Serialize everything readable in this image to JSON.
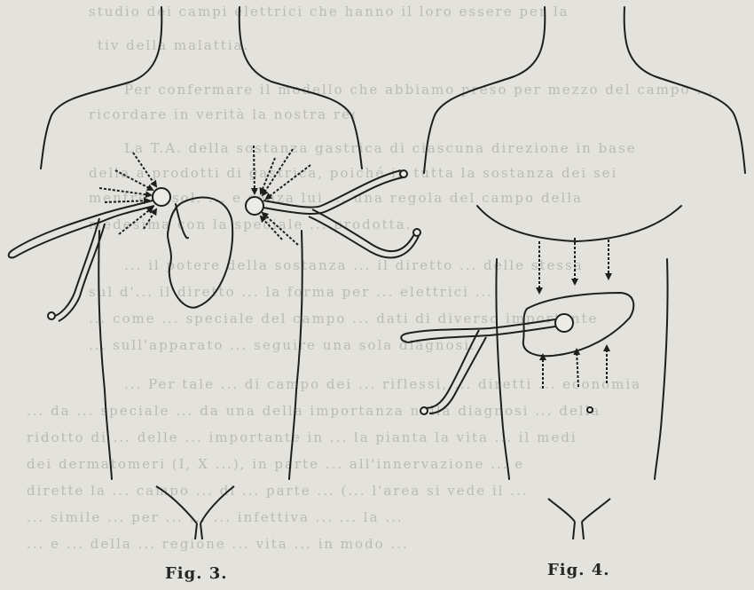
{
  "background_text_lines": [
    "studio dei campi elettrici che hanno il loro essere per la",
    "tiv della malattia.",
    "Per confermare il modello che abbiamo preso per mezzo del campo ...",
    "ricordare in verità la nostra regola.",
    "La T.A. della sostanza gastrica di ciascuna direzione in base",
    "della a prodotti di gastrica, poiché in tutta la sostanza dei sei",
    "mentre il sol. ... e senza lui ... una regola del campo della",
    "medesima con la speciale ... prodotta.",
    "... il potere della sostanza ... il diretto ... delle stessa",
    "sul d'... il diretto ... la forma per ... elettrici ...",
    "... come ... speciale del campo ... dati di diverso importante",
    "... sull'apparato ... seguire una sola diagnosi.",
    "... Per tale ... di campo dei ... riflessi, ... diretti ... economia",
    "... da ... speciale ... da una della importanza nella diagnosi ... della",
    "ridotto di ... delle ... importante in ... la pianta la vita ... il medi",
    "dei dermatomeri (I, X ...), in parte ... all'innervazione ... e",
    "dirette la ... campo ... di ... parte ... (... l'area si vede il ...",
    "... simile ... per ... ... ... infettiva ... ... la ...",
    "... e ... della ... regione ... vita ... in modo ..."
  ],
  "captions": {
    "fig3": "Fig. 3.",
    "fig4": "Fig. 4."
  }
}
